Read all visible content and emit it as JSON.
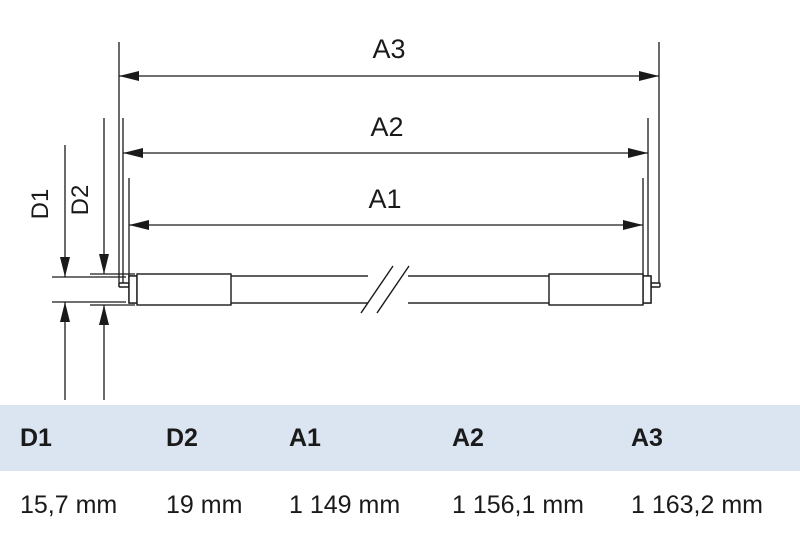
{
  "diagram": {
    "labels": {
      "a3": "A3",
      "a2": "A2",
      "a1": "A1",
      "d1": "D1",
      "d2": "D2"
    }
  },
  "table": {
    "columns": [
      {
        "header": "D1",
        "value": "15,7 mm"
      },
      {
        "header": "D2",
        "value": "19 mm"
      },
      {
        "header": "A1",
        "value": "1 149 mm"
      },
      {
        "header": "A2",
        "value": "1 156,1 mm"
      },
      {
        "header": "A3",
        "value": "1 163,2 mm"
      }
    ],
    "header_bg": "#dbe4f1"
  }
}
